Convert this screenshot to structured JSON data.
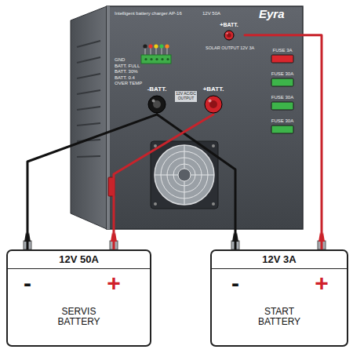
{
  "diagram": {
    "nodes": [
      {
        "text": [
          "Intelligent battery charger AP-16",
          "12V 50A",
          "Eyra"
        ]
      },
      {
        "text": [
          "+BATT."
        ],
        "in": 0
      },
      {
        "text": [
          "-BATT."
        ],
        "in": 0
      },
      {
        "text": [
          "+BATT."
        ],
        "in": 0
      },
      {
        "text": [
          "12V 50A",
          "-",
          "+",
          "SERVIS BATTERY"
        ]
      },
      {
        "text": [
          "12V 3A",
          "-",
          "+",
          "START BATTERY"
        ]
      }
    ],
    "edges": [
      {
        "from": 2,
        "to": 4,
        "arrow": "none"
      },
      {
        "from": 2,
        "to": 5,
        "arrow": "none"
      },
      {
        "from": 3,
        "to": 4,
        "arrow": "none"
      },
      {
        "from": 1,
        "to": 5,
        "arrow": "none"
      }
    ],
    "labels": [
      "GND",
      "BATT. FULL",
      "BATT. 30%",
      "BATT. 0.4",
      "OVER TEMP",
      "SOLAR OUTPUT 12V 3A",
      "12V AC/DC OUTPUT",
      "FUSE 3A",
      "FUSE 30A",
      "FUSE 30A",
      "FUSE 30A"
    ]
  }
}
